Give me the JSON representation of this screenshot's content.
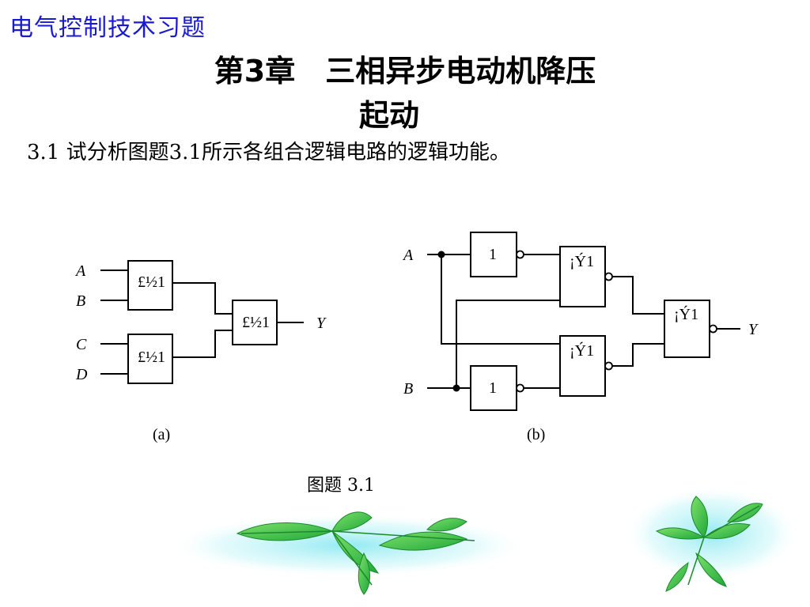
{
  "header": {
    "course_title": "电气控制技术习题",
    "chapter_line1": "第3章　三相异步电动机降压",
    "chapter_line2": "起动"
  },
  "question": {
    "text": "3.1 试分析图题3.1所示各组合逻辑电路的逻辑功能。"
  },
  "figure_a": {
    "inputs": [
      "A",
      "B",
      "C",
      "D"
    ],
    "gate_labels": [
      "£½1",
      "£½1",
      "£½1"
    ],
    "output": "Y",
    "caption": "(a)"
  },
  "figure_b": {
    "inputs": [
      "A",
      "B"
    ],
    "not_gate_labels": [
      "1",
      "1"
    ],
    "gate_labels": [
      "¡Ý1",
      "¡Ý1",
      "¡Ý1"
    ],
    "output": "Y",
    "caption": "(b)"
  },
  "figure_caption": "图题 3.1",
  "decoration": {
    "leaf_color": "#2fbf3a",
    "glow_color": "#7fe7f0"
  }
}
